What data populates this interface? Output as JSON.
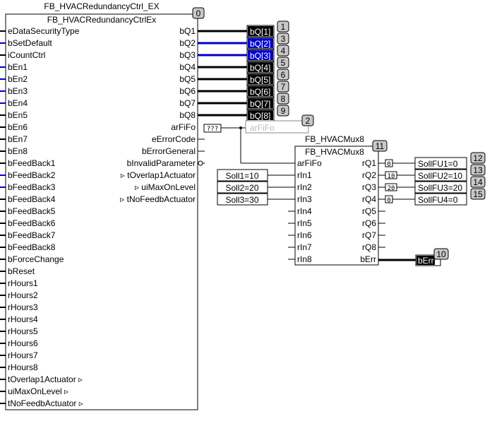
{
  "main_block": {
    "instance": "FB_HVACRedundancyCtrl_EX",
    "type": "FB_HVACRedundancyCtrlEx",
    "number": "0",
    "inputs": [
      "eDataSecurityType",
      "bSetDefault",
      "iCountCtrl",
      "bEn1",
      "bEn2",
      "bEn3",
      "bEn4",
      "bEn5",
      "bEn6",
      "bEn7",
      "bEn8",
      "bFeedBack1",
      "bFeedBack2",
      "bFeedBack3",
      "bFeedBack4",
      "bFeedBack5",
      "bFeedBack6",
      "bFeedBack7",
      "bFeedBack8",
      "bForceChange",
      "bReset",
      "rHours1",
      "rHours2",
      "rHours3",
      "rHours4",
      "rHours5",
      "rHours6",
      "rHours7",
      "rHours8",
      "tOverlap1Actuator ▹",
      "uiMaxOnLevel ▹",
      "tNoFeedbActuator ▹"
    ],
    "outputs": [
      "bQ1",
      "bQ2",
      "bQ3",
      "bQ4",
      "bQ5",
      "bQ6",
      "bQ7",
      "bQ8",
      "arFiFo",
      "eErrorCode",
      "bErrorGeneral",
      "bInvalidParameter",
      "▹ tOverlap1Actuator",
      "▹ uiMaxOnLevel",
      "▹ tNoFeedbActuator"
    ],
    "arfifo_value": "???"
  },
  "bq_outputs": [
    {
      "label": "bQ[1]",
      "number": "1",
      "highlight": false
    },
    {
      "label": "bQ[2]",
      "number": "3",
      "highlight": true
    },
    {
      "label": "bQ[3]",
      "number": "4",
      "highlight": true
    },
    {
      "label": "bQ[4]",
      "number": "5",
      "highlight": false
    },
    {
      "label": "bQ[5]",
      "number": "6",
      "highlight": false
    },
    {
      "label": "bQ[6]",
      "number": "7",
      "highlight": false
    },
    {
      "label": "bQ[7]",
      "number": "8",
      "highlight": false
    },
    {
      "label": "bQ[8]",
      "number": "9",
      "highlight": false
    }
  ],
  "arfifo_box": {
    "label": "arFiFo",
    "number": "2"
  },
  "mux_block": {
    "instance": "FB_HVACMux8",
    "type": "FB_HVACMux8",
    "number": "11",
    "inputs": [
      "arFiFo",
      "rIn1",
      "rIn2",
      "rIn3",
      "rIn4",
      "rIn5",
      "rIn6",
      "rIn7",
      "rIn8"
    ],
    "outputs": [
      "rQ1",
      "rQ2",
      "rQ3",
      "rQ4",
      "rQ5",
      "rQ6",
      "rQ7",
      "rQ8",
      "bErr"
    ]
  },
  "soll_inputs": [
    "Soll1=10",
    "Soll2=20",
    "Soll3=30"
  ],
  "mux_outputs": [
    {
      "value": "0",
      "target": "SollFU1=0",
      "number": "12"
    },
    {
      "value": "10",
      "target": "SollFU2=10",
      "number": "13"
    },
    {
      "value": "20",
      "target": "SollFU3=20",
      "number": "14"
    },
    {
      "value": "0",
      "target": "SollFU4=0",
      "number": "15"
    }
  ],
  "berr_box": {
    "label": "bErr",
    "number": "10"
  },
  "colors": {
    "highlight": "#0000cc",
    "true_line": "#000000",
    "box_fill": "#000000",
    "badge_fill": "#c8c8c8"
  }
}
